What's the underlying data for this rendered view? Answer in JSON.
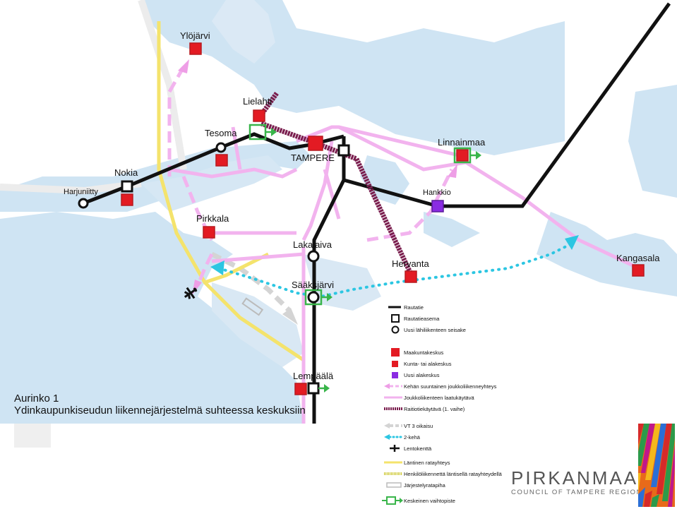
{
  "places": {
    "ylojarvi": "Ylöjärvi",
    "lielahti": "Lielahti",
    "tesoma": "Tesoma",
    "tampere": "TAMPERE",
    "nokia": "Nokia",
    "harjuniitty": "Harjuniitty",
    "linnainmaa": "Linnainmaa",
    "hankkio": "Hankkio",
    "pirkkala": "Pirkkala",
    "lakalaiva": "Lakalaiva",
    "hervanta": "Hervanta",
    "kangasala": "Kangasala",
    "saaksjarvi": "Sääksjärvi",
    "lempaala": "Lempäälä"
  },
  "title": {
    "line1": "Aurinko 1",
    "line2": "Ydinkaupunkiseudun liikennejärjestelmä suhteessa keskuksiin"
  },
  "legend": {
    "rautatie": "Rautatie",
    "rautatieasema": "Rautatieasema",
    "lahiliikenne": "Uusi lähiliikenteen seisake",
    "maakuntakeskus": "Maakuntakeskus",
    "alakeskus": "Kunta- tai alakeskus",
    "uusi_alakeskus": "Uusi alakeskus",
    "kehan_yhteys": "Kehän suuntainen joukkoliikenneyhteys",
    "laatukaytava": "Joukkoliikenteen laatukäytävä",
    "raitiotie": "Raitiotiekäytävä (1. vaihe)",
    "vt3": "VT 3 oikaisu",
    "keha2": "2-kehä",
    "lentokentta": "Lentokenttä",
    "lantinen": "Läntinen ratayhteys",
    "henkilo": "Henkilöliikennettä läntisellä ratayhteydellä",
    "jarjestely": "Järjestelyratapiha",
    "vaihtopiste": "Keskeinen vaihtopiste"
  },
  "logo": {
    "name": "PIRKANMAA",
    "subtitle": "COUNCIL OF TAMPERE REGION"
  },
  "colors": {
    "water": "#cfe4f3",
    "rail": "#111111",
    "pink": "#f2b3ee",
    "pink_arrow": "#ee9ee6",
    "tram": "#7a1e4e",
    "yellow": "#f4e36c",
    "cyan": "#2cc6e2",
    "grey": "#d4d4d4",
    "center_red": "#e31b23",
    "new_center": "#8a2be2",
    "exchange_green": "#39b54a"
  }
}
